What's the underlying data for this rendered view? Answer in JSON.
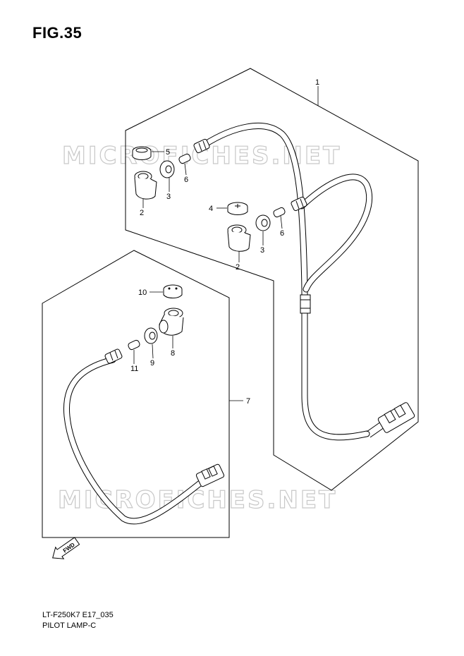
{
  "header": {
    "figure_label": "FIG.35"
  },
  "watermark": {
    "text": "MICROFICHES.NET"
  },
  "callouts": [
    "1",
    "2",
    "3",
    "4",
    "5",
    "6",
    "2",
    "3",
    "6",
    "7",
    "8",
    "9",
    "10",
    "11"
  ],
  "front_arrow": {
    "label": "FWD"
  },
  "footer": {
    "model_code": "LT-F250K7 E17_035",
    "diagram_name": "PILOT LAMP-C"
  }
}
